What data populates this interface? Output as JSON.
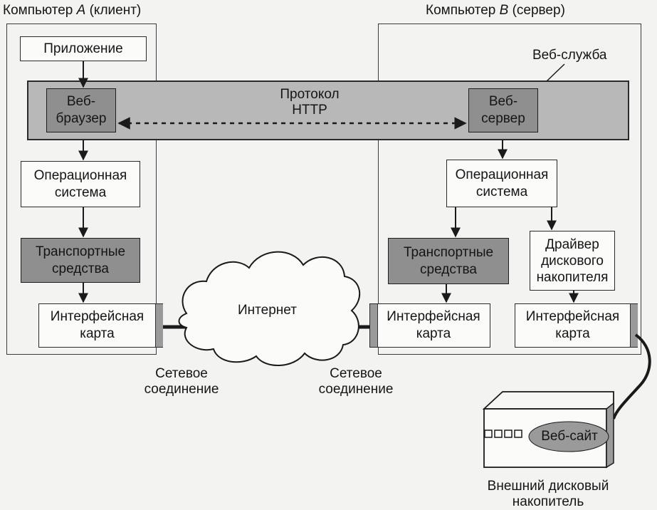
{
  "computer_a": {
    "title_prefix": "Компьютер",
    "title_letter": "A",
    "title_suffix": "(клиент)",
    "application": "Приложение",
    "browser_line1": "Веб-",
    "browser_line2": "браузер",
    "os_line1": "Операционная",
    "os_line2": "система",
    "transport_line1": "Транспортные",
    "transport_line2": "средства",
    "nic_line1": "Интерфейсная",
    "nic_line2": "карта"
  },
  "computer_b": {
    "title_prefix": "Компьютер",
    "title_letter": "B",
    "title_suffix": "(сервер)",
    "web_service": "Веб-служба",
    "server_line1": "Веб-",
    "server_line2": "сервер",
    "os_line1": "Операционная",
    "os_line2": "система",
    "transport_line1": "Транспортные",
    "transport_line2": "средства",
    "driver_line1": "Драйвер",
    "driver_line2": "дискового",
    "driver_line3": "накопителя",
    "nic1_line1": "Интерфейсная",
    "nic1_line2": "карта",
    "nic2_line1": "Интерфейсная",
    "nic2_line2": "карта"
  },
  "protocol_line1": "Протокол",
  "protocol_line2": "HTTP",
  "internet": "Интернет",
  "net_link_left_line1": "Сетевое",
  "net_link_left_line2": "соединение",
  "net_link_right_line1": "Сетевое",
  "net_link_right_line2": "соединение",
  "disk": {
    "website": "Веб-сайт",
    "caption_line1": "Внешний дисковый",
    "caption_line2": "накопитель"
  }
}
